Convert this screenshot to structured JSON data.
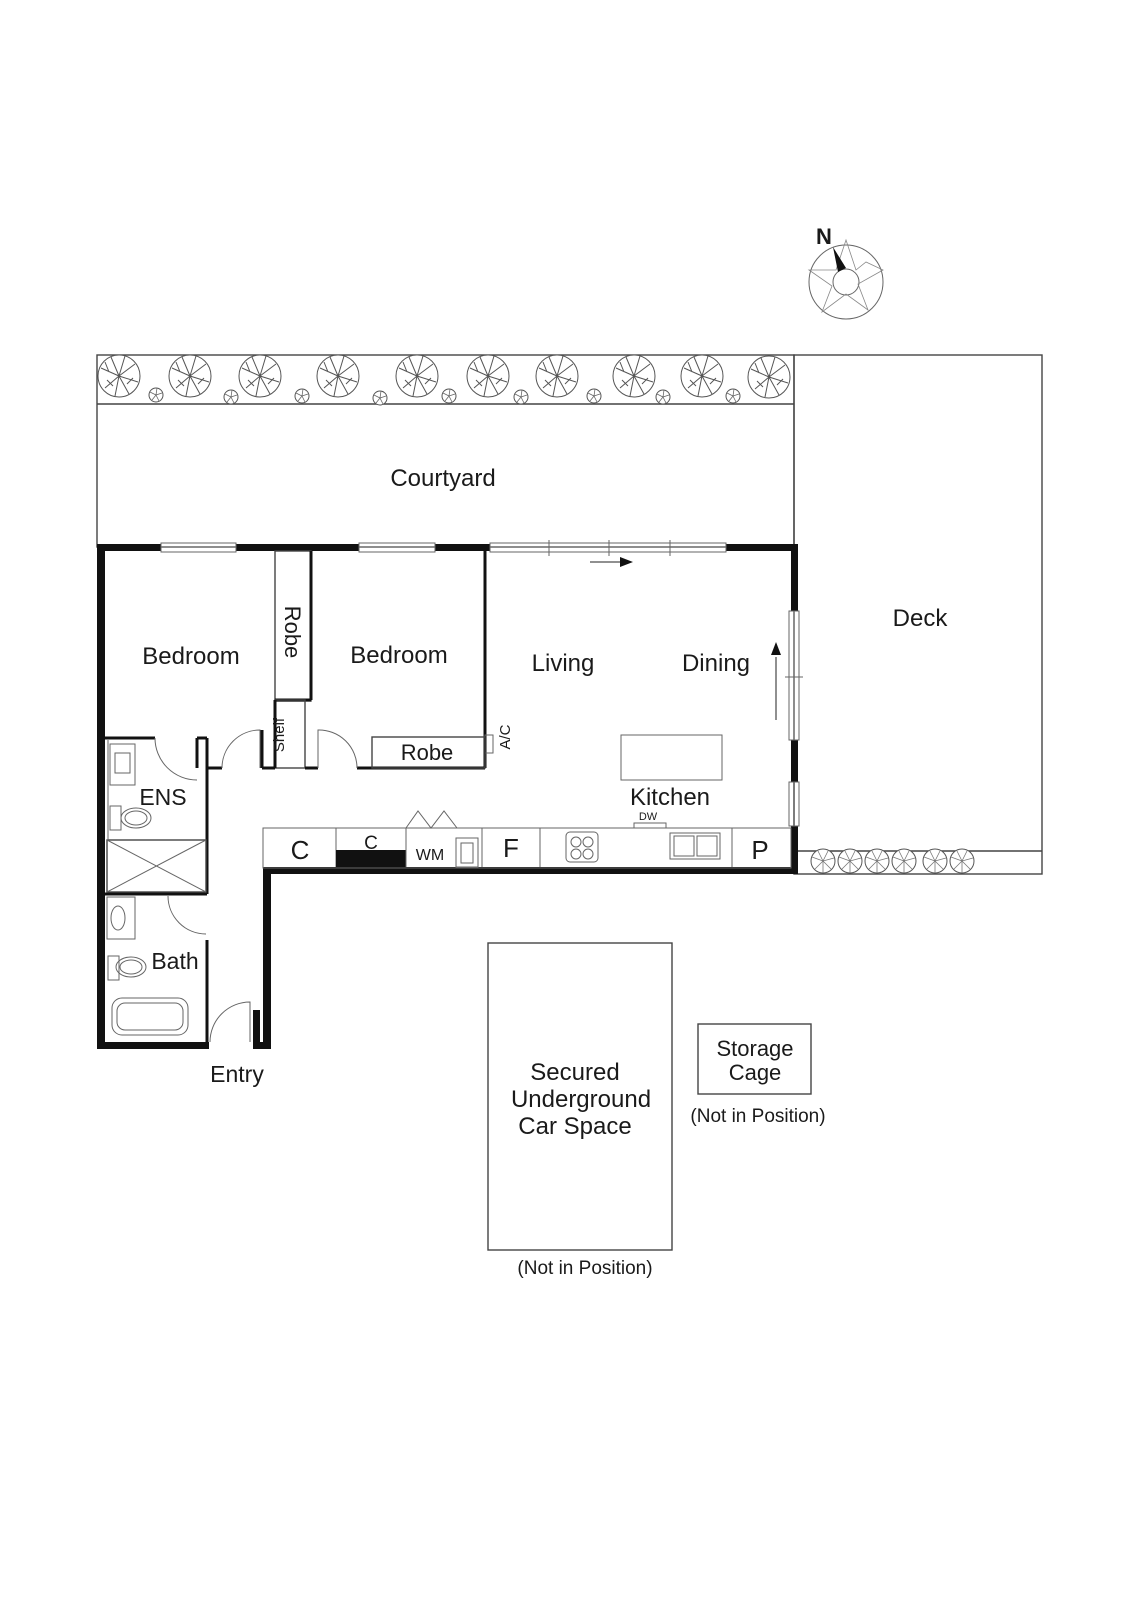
{
  "colors": {
    "wall": "#111111",
    "line": "#444444",
    "text": "#1a1a1a",
    "background": "#ffffff"
  },
  "compass": {
    "label": "N",
    "icon": "north-arrow-compass-icon"
  },
  "rooms": {
    "courtyard": "Courtyard",
    "deck": "Deck",
    "bedroom1": "Bedroom",
    "bedroom2": "Bedroom",
    "robe1": "Robe",
    "shelf": "Shelf",
    "robe2": "Robe",
    "ac": "A/C",
    "living": "Living",
    "dining": "Dining",
    "kitchen": "Kitchen",
    "dw": "DW",
    "ens": "ENS",
    "bath": "Bath",
    "entry": "Entry"
  },
  "joinery": {
    "c1": "C",
    "c2": "C",
    "wm": "WM",
    "f": "F",
    "p": "P"
  },
  "parking": {
    "line1": "Secured",
    "line2": "Underground",
    "line3": "Car Space",
    "note": "(Not in Position)"
  },
  "storage": {
    "line1": "Storage",
    "line2": "Cage",
    "note": "(Not in Position)"
  }
}
